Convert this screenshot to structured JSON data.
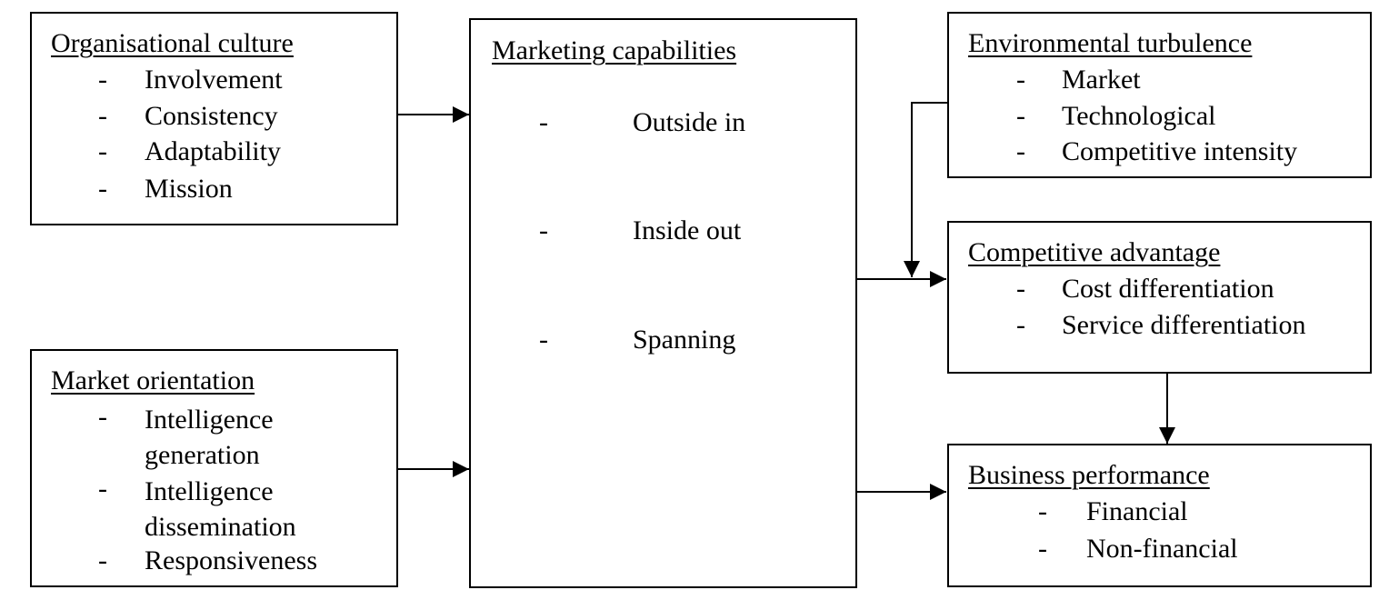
{
  "organisational_culture": {
    "title": "Organisational culture",
    "items": [
      "Involvement",
      "Consistency",
      "Adaptability",
      "Mission"
    ]
  },
  "market_orientation": {
    "title": "Market orientation",
    "items": [
      "Intelligence generation",
      "Intelligence dissemination",
      "Responsiveness"
    ]
  },
  "marketing_capabilities": {
    "title": "Marketing capabilities",
    "items": [
      "Outside in",
      "Inside out",
      "Spanning"
    ]
  },
  "environmental_turbulence": {
    "title": "Environmental turbulence",
    "items": [
      "Market",
      "Technological",
      "Competitive intensity"
    ]
  },
  "competitive_advantage": {
    "title": "Competitive advantage",
    "items": [
      "Cost differentiation",
      "Service differentiation"
    ]
  },
  "business_performance": {
    "title": "Business performance",
    "items": [
      "Financial",
      "Non-financial"
    ]
  },
  "bullet": "-"
}
